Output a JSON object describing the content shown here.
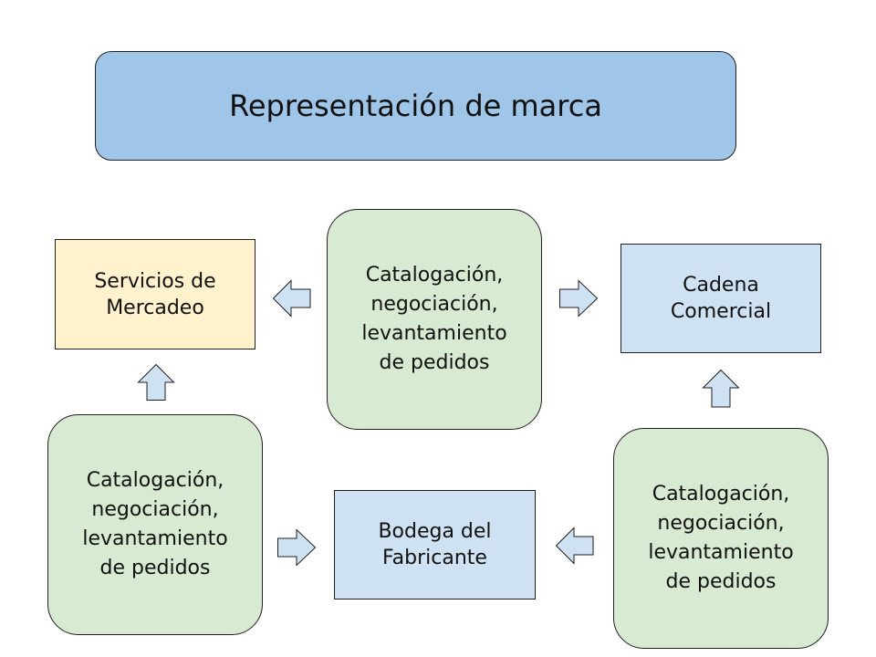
{
  "diagram": {
    "header": {
      "label": "Representación de marca"
    },
    "nodes": {
      "servicios_mercadeo": {
        "label": "Servicios de\nMercadeo"
      },
      "cadena_comercial": {
        "label": "Cadena\nComercial"
      },
      "bodega_fabricante": {
        "label": "Bodega del\nFabricante"
      },
      "proceso_top": {
        "label": "Catalogación,\nnegociación,\nlevantamiento\nde pedidos"
      },
      "proceso_left": {
        "label": "Catalogación,\nnegociación,\nlevantamiento\nde pedidos"
      },
      "proceso_right": {
        "label": "Catalogación,\nnegociación,\nlevantamiento\nde pedidos"
      }
    },
    "colors": {
      "header": "#9fc5e8",
      "mercadeo": "#fff2cc",
      "blue_box": "#cfe2f3",
      "green_box": "#d9ead3",
      "arrow_fill": "#cfe2f3",
      "border": "#1f1f1f"
    },
    "edges": [
      {
        "from": "proceso_top",
        "to": "servicios_mercadeo",
        "direction": "left"
      },
      {
        "from": "proceso_top",
        "to": "cadena_comercial",
        "direction": "right"
      },
      {
        "from": "proceso_left",
        "to": "servicios_mercadeo",
        "direction": "up"
      },
      {
        "from": "proceso_left",
        "to": "bodega_fabricante",
        "direction": "right"
      },
      {
        "from": "proceso_right",
        "to": "bodega_fabricante",
        "direction": "left"
      },
      {
        "from": "proceso_right",
        "to": "cadena_comercial",
        "direction": "up"
      }
    ]
  }
}
